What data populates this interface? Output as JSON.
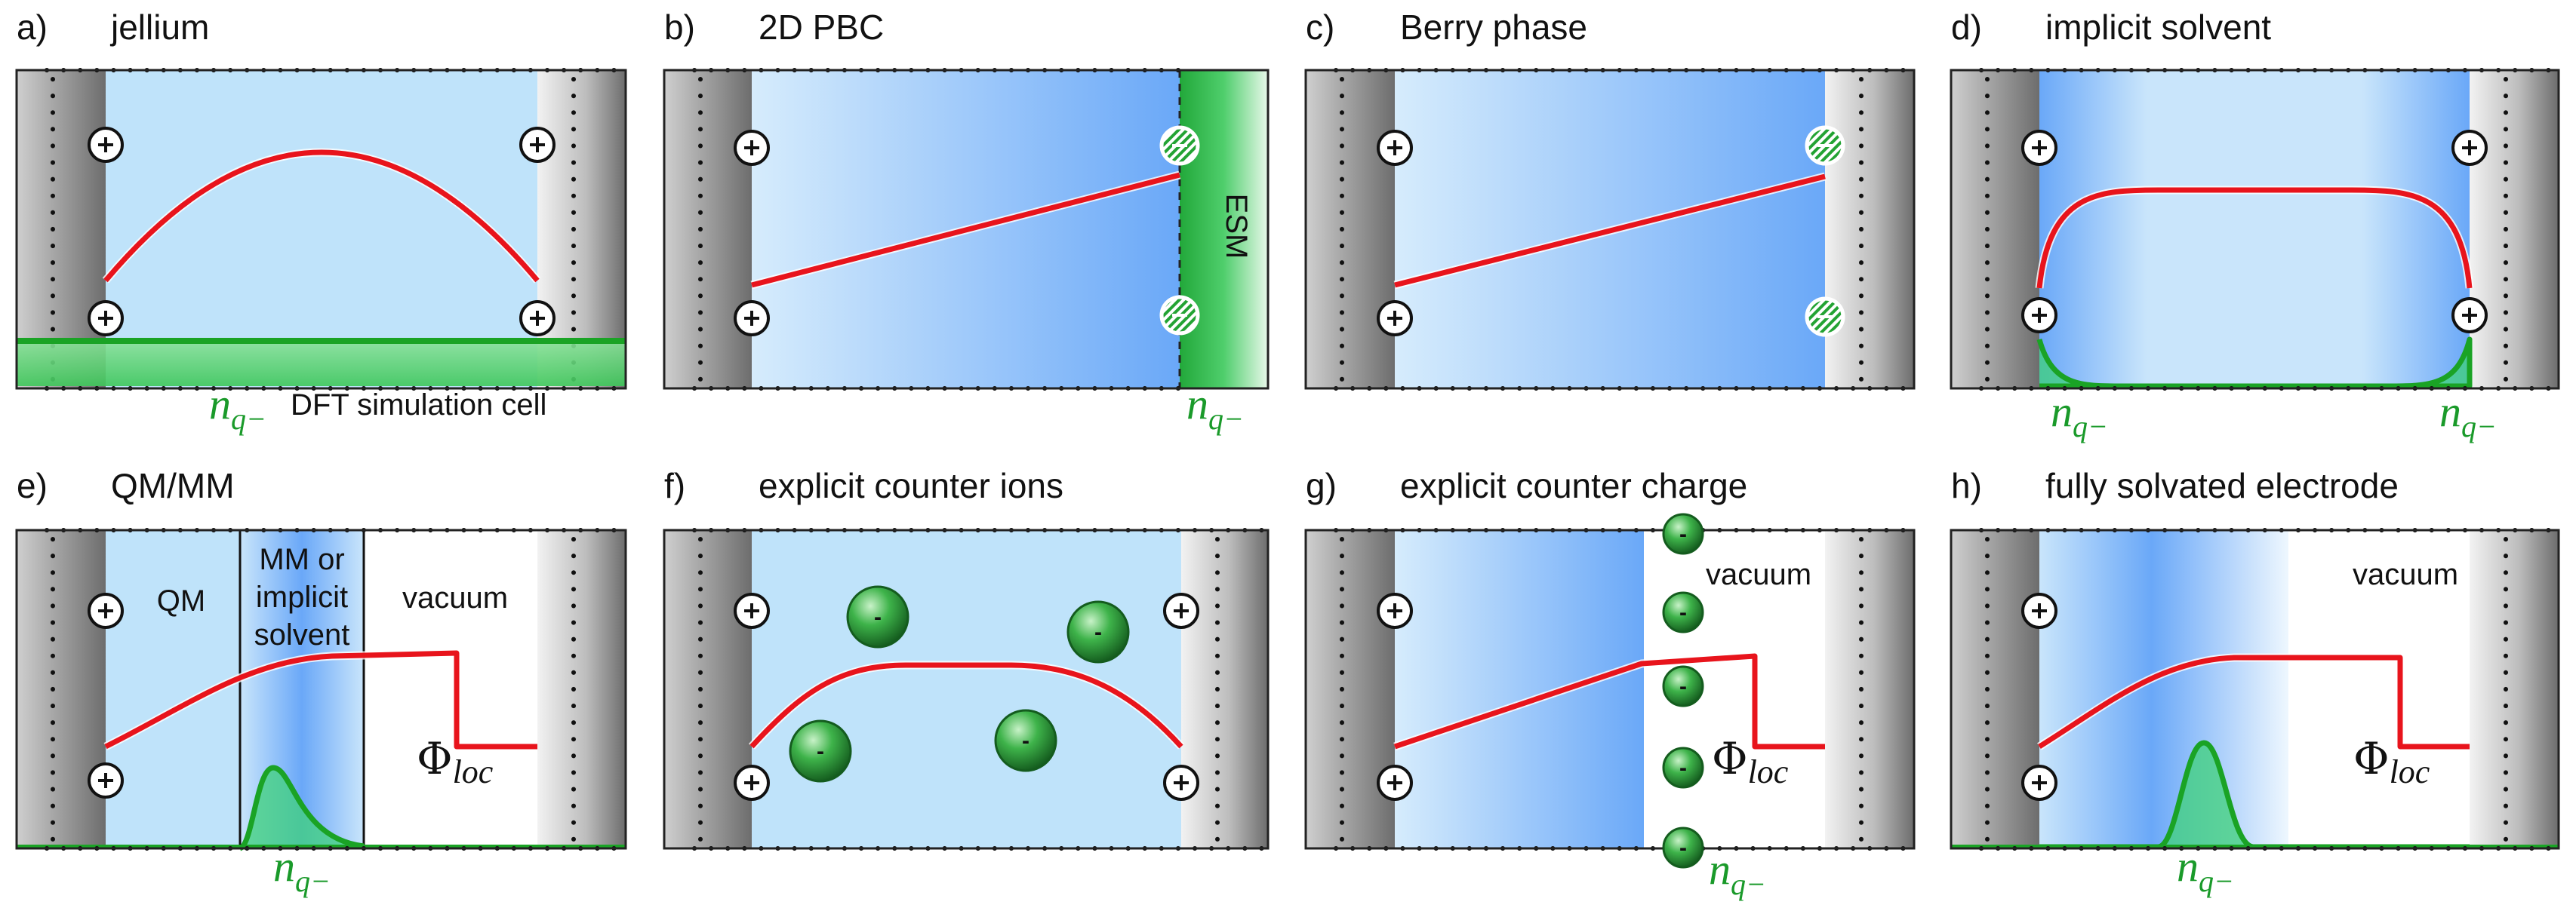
{
  "panels": [
    {
      "letter": "a)",
      "title": "jellium",
      "annotation": "DFT simulation cell"
    },
    {
      "letter": "b)",
      "title": "2D PBC",
      "annotation": "ESM"
    },
    {
      "letter": "c)",
      "title": "Berry phase"
    },
    {
      "letter": "d)",
      "title": "implicit solvent"
    },
    {
      "letter": "e)",
      "title": "QM/MM",
      "region_qm": "QM",
      "region_mm": [
        "MM or",
        "implicit",
        "solvent"
      ],
      "region_vac": "vacuum"
    },
    {
      "letter": "f)",
      "title": "explicit counter ions"
    },
    {
      "letter": "g)",
      "title": "explicit counter charge",
      "region_vac": "vacuum"
    },
    {
      "letter": "h)",
      "title": "fully solvated electrode",
      "region_vac": "vacuum"
    }
  ],
  "symbols": {
    "charge_base": "n",
    "charge_sub": "q−",
    "phi": "Φ",
    "phi_sub": "loc",
    "plus": "+",
    "minus": "-"
  },
  "colors": {
    "potential": "#e8141c",
    "charge_curve": "#1aa325",
    "charge_fill": "#3fd27a",
    "electrolyte": "#bfe3fa",
    "electrolyte_deep": "#6aaaf8"
  }
}
